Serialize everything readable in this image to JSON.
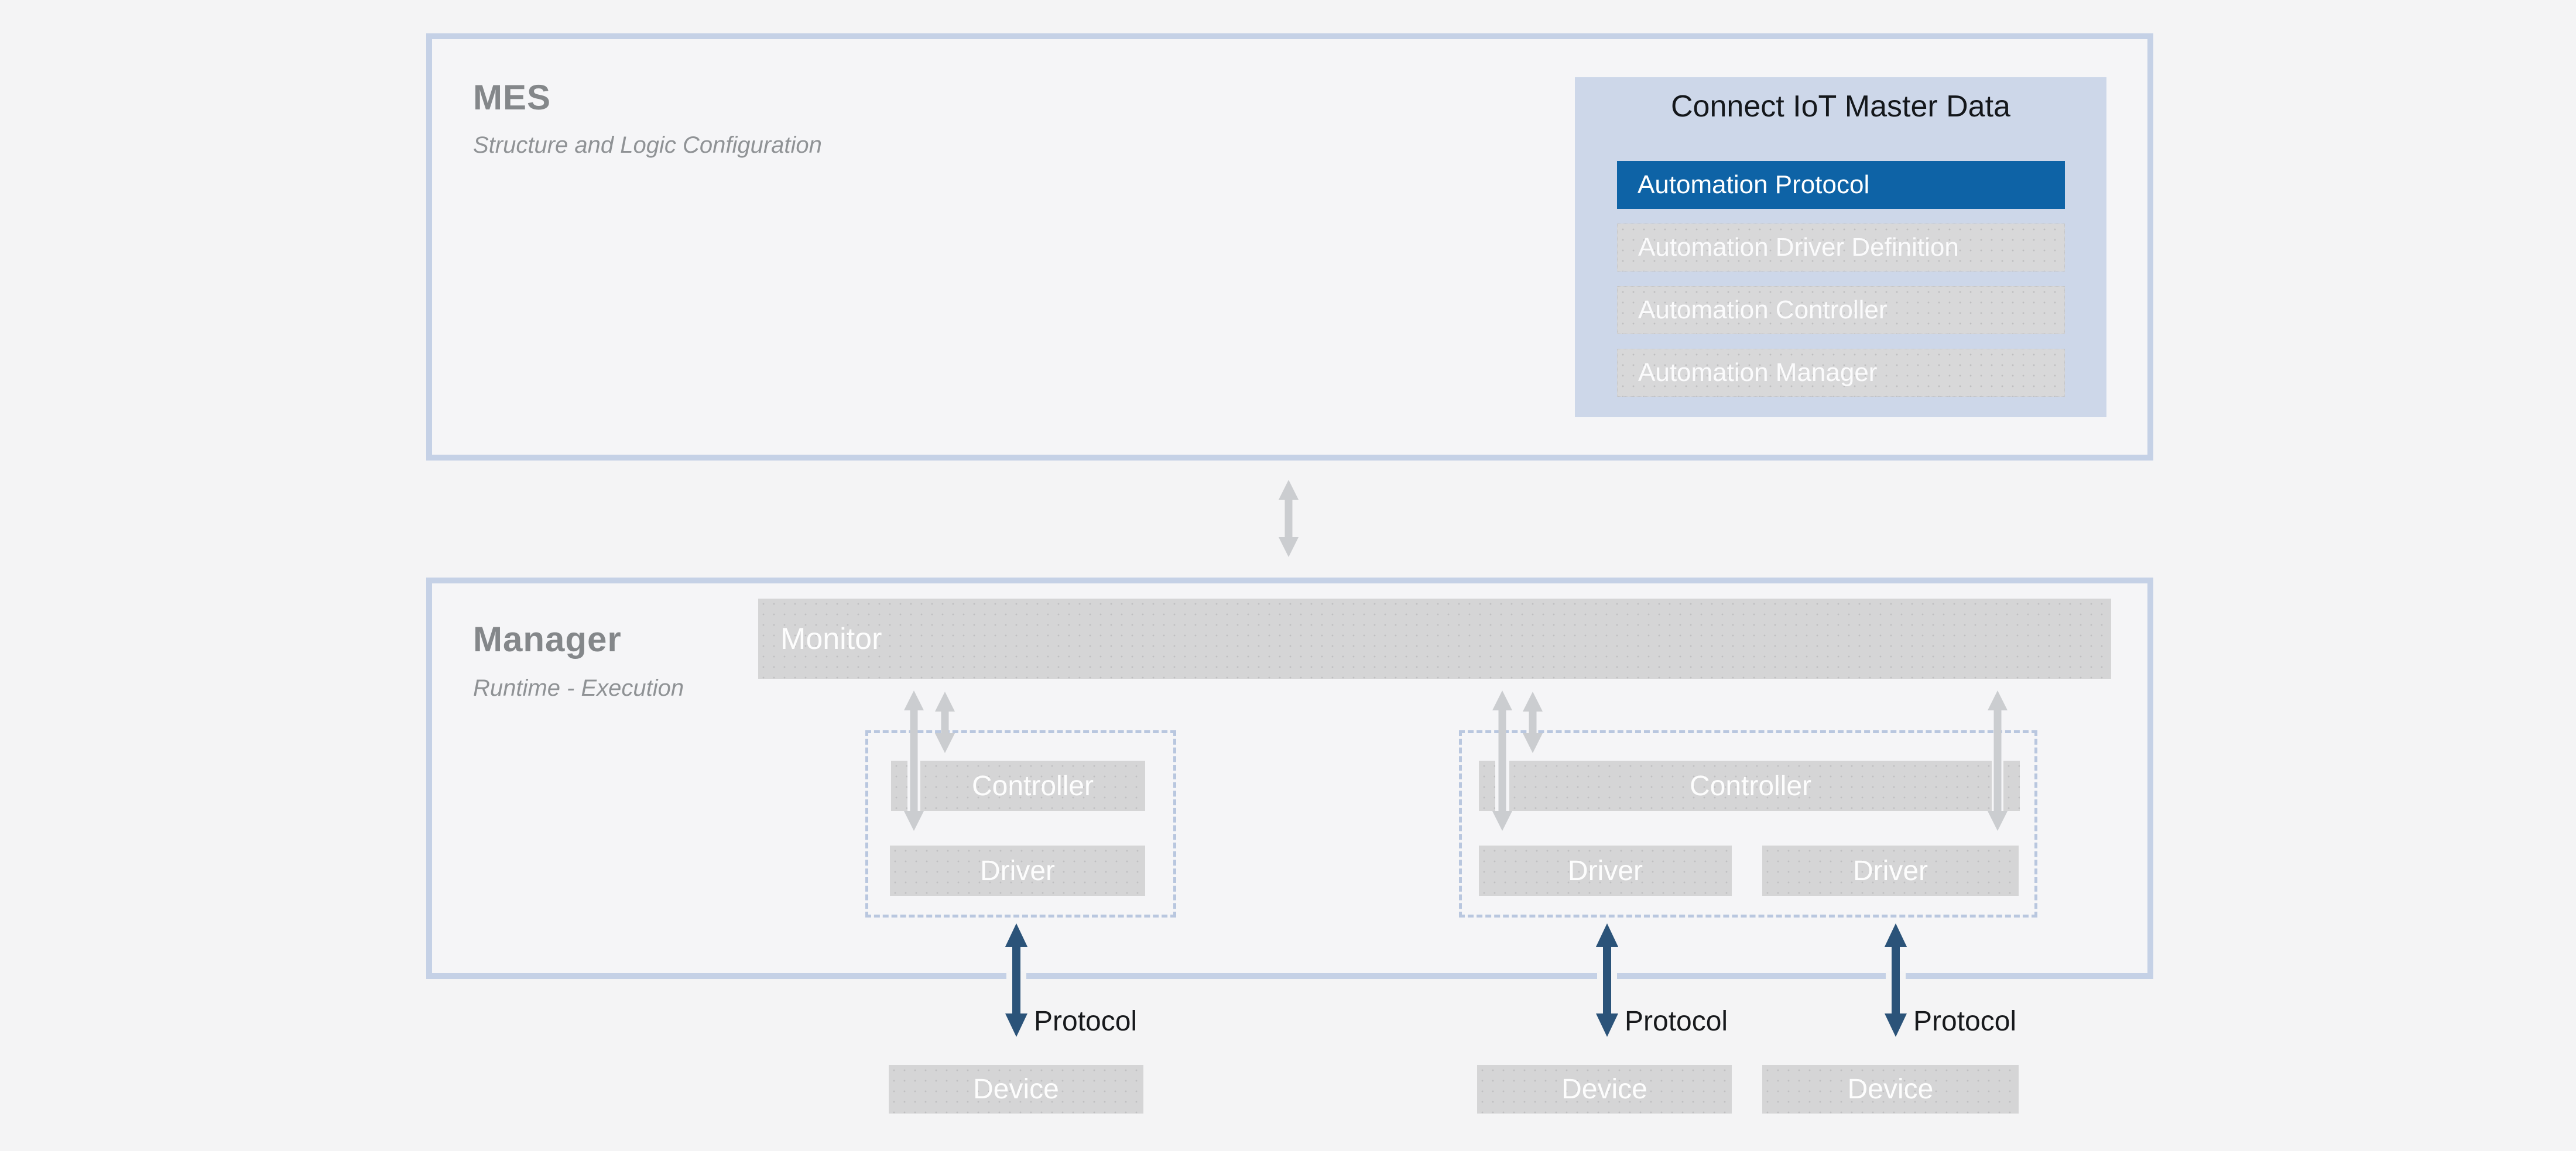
{
  "mes_box": {
    "title": "MES",
    "subtitle": "Structure and Logic Configuration"
  },
  "master_data_panel": {
    "title": "Connect IoT Master Data",
    "items": [
      {
        "label": "Automation Protocol",
        "selected": true
      },
      {
        "label": "Automation Driver Definition",
        "selected": false
      },
      {
        "label": "Automation Controller",
        "selected": false
      },
      {
        "label": "Automation Manager",
        "selected": false
      }
    ]
  },
  "manager_box": {
    "title": "Manager",
    "subtitle": "Runtime - Execution",
    "monitor_label": "Monitor",
    "groups": [
      {
        "controller": "Controller",
        "drivers": [
          "Driver"
        ]
      },
      {
        "controller": "Controller",
        "drivers": [
          "Driver",
          "Driver"
        ]
      }
    ]
  },
  "protocol_labels": [
    "Protocol",
    "Protocol",
    "Protocol"
  ],
  "devices": [
    "Device",
    "Device",
    "Device"
  ],
  "colors": {
    "accent_blue": "#0e63a6",
    "panel_blue": "#cdd7e9",
    "box_border_blue": "#c5d1e6",
    "dashed_border_blue": "#b9c7df",
    "navy_arrow": "#2b5379",
    "gray_arrow": "#cbcdd0",
    "bar_gray": "#d5d5d6",
    "title_gray": "#84878a"
  }
}
